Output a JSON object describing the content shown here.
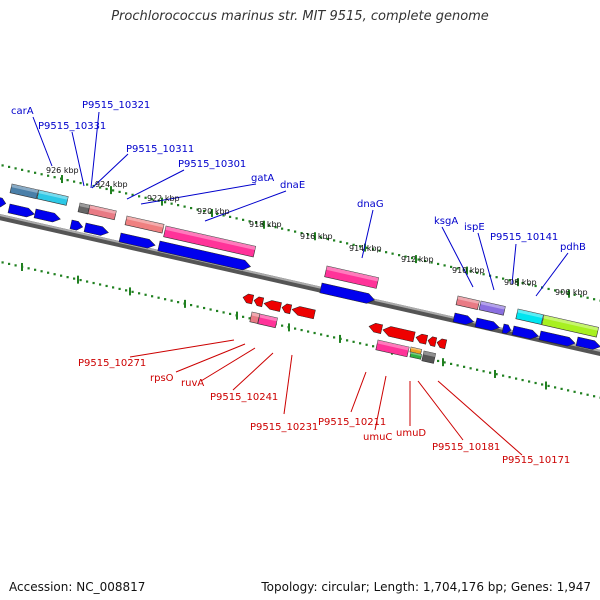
{
  "title": "Prochlorococcus marinus str. MIT 9515, complete genome",
  "footer": {
    "accession": "Accession: NC_008817",
    "topology": "Topology: circular; Length: 1,704,176 bp; Genes: 1,947"
  },
  "colors": {
    "forward_label": "#0000cc",
    "reverse_label": "#cc0000",
    "tick": "#208020",
    "backbone": "#808080"
  },
  "kbp_labels": [
    "926 kbp",
    "924 kbp",
    "922 kbp",
    "920 kbp",
    "918 kbp",
    "916 kbp",
    "914 kbp",
    "912 kbp",
    "910 kbp",
    "908 kbp",
    "906 kbp"
  ],
  "forward_genes": [
    "carA",
    "P9515_10321",
    "P9515_10331",
    "P9515_10311",
    "P9515_10301",
    "gatA",
    "dnaE",
    "dnaG",
    "ksgA",
    "ispE",
    "P9515_10141",
    "pdhB"
  ],
  "reverse_genes": [
    "P9515_10271",
    "rpsO",
    "ruvA",
    "P9515_10241",
    "P9515_10231",
    "P9515_10211",
    "umuC",
    "umuD",
    "P9515_10181",
    "P9515_10171"
  ]
}
